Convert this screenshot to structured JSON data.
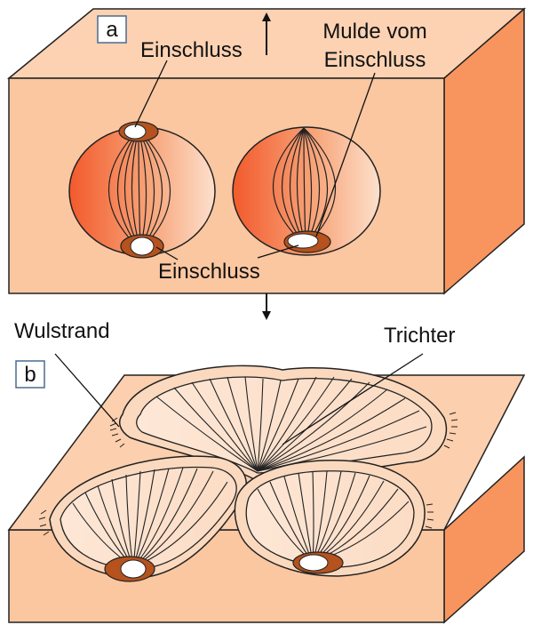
{
  "panels": [
    {
      "id": "a",
      "label": "a"
    },
    {
      "id": "b",
      "label": "b"
    }
  ],
  "labels": {
    "einschluss_top": "Einschluss",
    "mulde_line1": "Mulde vom",
    "mulde_line2": "Einschluss",
    "einschluss_bottom": "Einschluss",
    "wulstrand": "Wulstrand",
    "trichter": "Trichter"
  },
  "colors": {
    "block_face": "#fbc9a1",
    "block_top": "#fccfae",
    "block_side": "#f8955e",
    "sphere_dark": "#f25a2c",
    "sphere_light": "#fcd8bf",
    "inclusion_rim": "#b5521d",
    "funnel_fill": "#fde3cf"
  }
}
